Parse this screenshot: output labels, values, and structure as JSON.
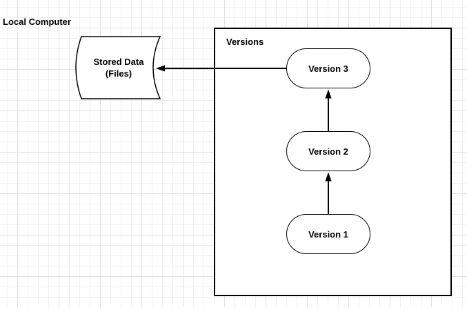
{
  "diagram": {
    "local_computer_label": "Local Computer",
    "stored_data": {
      "line1": "Stored Data",
      "line2": "(Files)"
    },
    "versions": {
      "title": "Versions",
      "nodes": [
        {
          "id": "version-3",
          "label": "Version 3"
        },
        {
          "id": "version-2",
          "label": "Version 2"
        },
        {
          "id": "version-1",
          "label": "Version 1"
        }
      ]
    },
    "edges": [
      {
        "from": "Version 3",
        "to": "Stored Data (Files)",
        "direction": "left"
      },
      {
        "from": "Version 2",
        "to": "Version 3",
        "direction": "up"
      },
      {
        "from": "Version 1",
        "to": "Version 2",
        "direction": "up"
      }
    ]
  },
  "colors": {
    "background": "#ffffff",
    "grid_minor": "#f0f0f0",
    "grid_major": "#e0e0e0",
    "shape_stroke": "#000000",
    "shape_fill": "#ffffff",
    "text": "#000000"
  }
}
